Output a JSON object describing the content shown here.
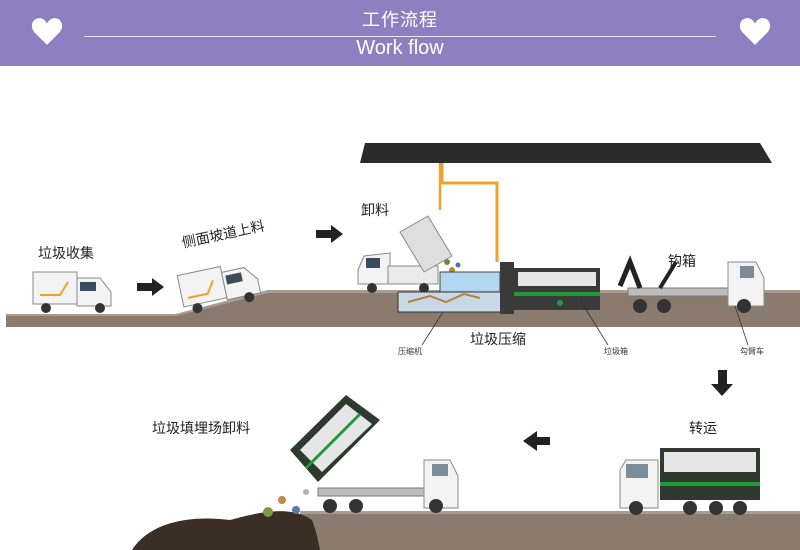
{
  "header": {
    "title_cn": "工作流程",
    "title_en": "Work flow",
    "colors": {
      "banner": "#8f7fc0",
      "text": "#ffffff"
    }
  },
  "steps": {
    "collect": "垃圾收集",
    "side_ramp": "侧面坡道上料",
    "unload": "卸料",
    "hook": "钩箱",
    "compress": "垃圾压缩",
    "transport": "转运",
    "landfill": "垃圾填埋场卸料"
  },
  "parts": {
    "compressor": "压缩机",
    "container": "垃圾箱",
    "hook_truck": "勾臂车"
  },
  "icons": [
    "heart-icon",
    "arrow-right-icon",
    "arrow-down-icon",
    "arrow-left-icon"
  ],
  "colors": {
    "accent_green": "#1f9a3a",
    "orange": "#f0a12a",
    "ground": "#8a7b6e"
  }
}
